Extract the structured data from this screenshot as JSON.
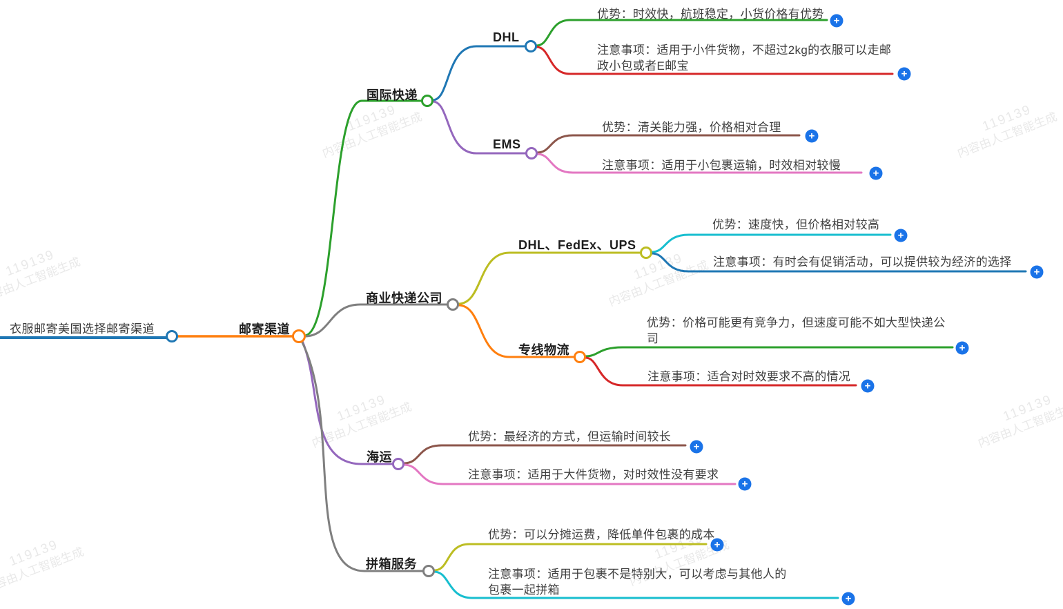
{
  "watermark": {
    "line1": "119139",
    "line2": "内容由人工智能生成"
  },
  "ui": {
    "expand_glyph": "+"
  },
  "palette": {
    "blue": "#1f77b4",
    "orange": "#ff7f0e",
    "green": "#2ca02c",
    "red": "#d62728",
    "purple": "#9467bd",
    "brown": "#8c564b",
    "pink": "#e377c2",
    "gray": "#7f7f7f",
    "olive": "#bcbd22",
    "cyan": "#17becf",
    "expand_button": "#1a73e8",
    "node_text": "#1e1e1e",
    "leaf_text": "#3f3f3f",
    "watermark": "#e9e9e9"
  },
  "mindmap": {
    "root": {
      "label": "衣服邮寄美国选择邮寄渠道"
    },
    "center": {
      "label": "邮寄渠道"
    },
    "branches": [
      {
        "label": "国际快递",
        "children": [
          {
            "label": "DHL",
            "items": [
              {
                "text": "优势：时效快，航班稳定，小货价格有优势"
              },
              {
                "text": "注意事项：适用于小件货物，不超过2kg的衣服可以走邮\n政小包或者E邮宝"
              }
            ]
          },
          {
            "label": "EMS",
            "items": [
              {
                "text": "优势：清关能力强，价格相对合理"
              },
              {
                "text": "注意事项：适用于小包裹运输，时效相对较慢"
              }
            ]
          }
        ]
      },
      {
        "label": "商业快递公司",
        "children": [
          {
            "label": "DHL、FedEx、UPS",
            "items": [
              {
                "text": "优势：速度快，但价格相对较高"
              },
              {
                "text": "注意事项：有时会有促销活动，可以提供较为经济的选择"
              }
            ]
          },
          {
            "label": "专线物流",
            "items": [
              {
                "text": "优势：价格可能更有竞争力，但速度可能不如大型快递公\n司"
              },
              {
                "text": "注意事项：适合对时效要求不高的情况"
              }
            ]
          }
        ]
      },
      {
        "label": "海运",
        "items": [
          {
            "text": "优势：最经济的方式，但运输时间较长"
          },
          {
            "text": "注意事项：适用于大件货物，对时效性没有要求"
          }
        ]
      },
      {
        "label": "拼箱服务",
        "items": [
          {
            "text": "优势：可以分摊运费，降低单件包裹的成本"
          },
          {
            "text": "注意事项：适用于包裹不是特别大，可以考虑与其他人的\n包裹一起拼箱"
          }
        ]
      }
    ]
  }
}
